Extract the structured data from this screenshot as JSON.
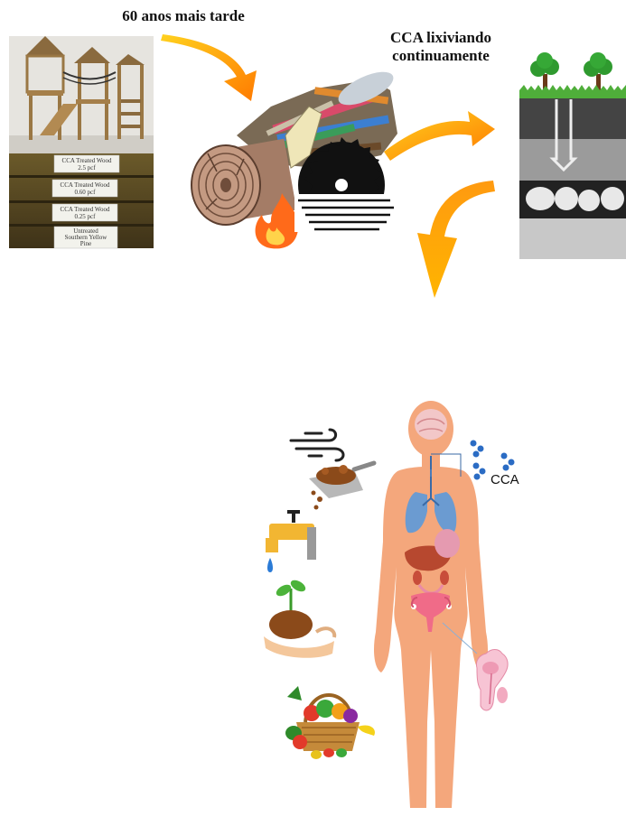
{
  "captions": {
    "later": "60 anos mais tarde",
    "leaching_line1": "CCA lixiviando",
    "leaching_line2": "continuamente",
    "cca": "CCA"
  },
  "wood_samples": [
    {
      "line1": "CCA Treated Wood",
      "line2": "2.5 pcf"
    },
    {
      "line1": "CCA Treated Wood",
      "line2": "0.60 pcf"
    },
    {
      "line1": "CCA Treated Wood",
      "line2": "0.25 pcf"
    },
    {
      "line1": "Untreated",
      "line2": "Southern Yellow",
      "line3": "Pine"
    }
  ],
  "colors": {
    "arrow_light": "#ffd21f",
    "arrow_dark": "#ff7a00",
    "skin": "#f4a77c",
    "lungs": "#6b9bd1",
    "cca_dots": "#2b6cc4"
  },
  "icons": [
    "playground-icon",
    "treated-wood-samples-icon",
    "waste-wood-pile-icon",
    "fire-icon",
    "saw-blade-icon",
    "soil-profile-icon",
    "wind-dust-icon",
    "water-tap-icon",
    "plant-soil-hand-icon",
    "food-basket-icon",
    "human-body-icon",
    "male-organ-icon"
  ]
}
